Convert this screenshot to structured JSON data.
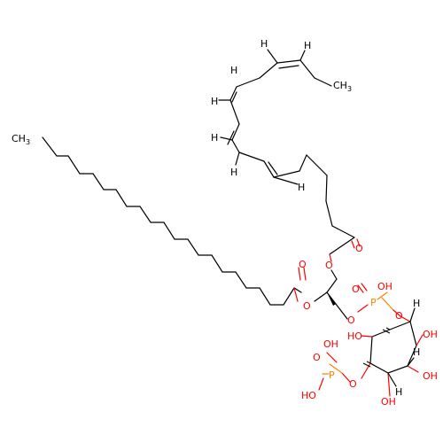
{
  "colors": {
    "carbon": "#000000",
    "oxygen": "#ff0000",
    "phosphorus": "#ff8000",
    "hydrogen": "#000000"
  },
  "atoms": {
    "ch3_top": "CH",
    "ch3_top_sub": "3",
    "ch3_left": "CH",
    "ch3_left_sub": "3",
    "h": "H",
    "o": "O",
    "p": "P",
    "oh": "OH",
    "ho": "HO"
  }
}
